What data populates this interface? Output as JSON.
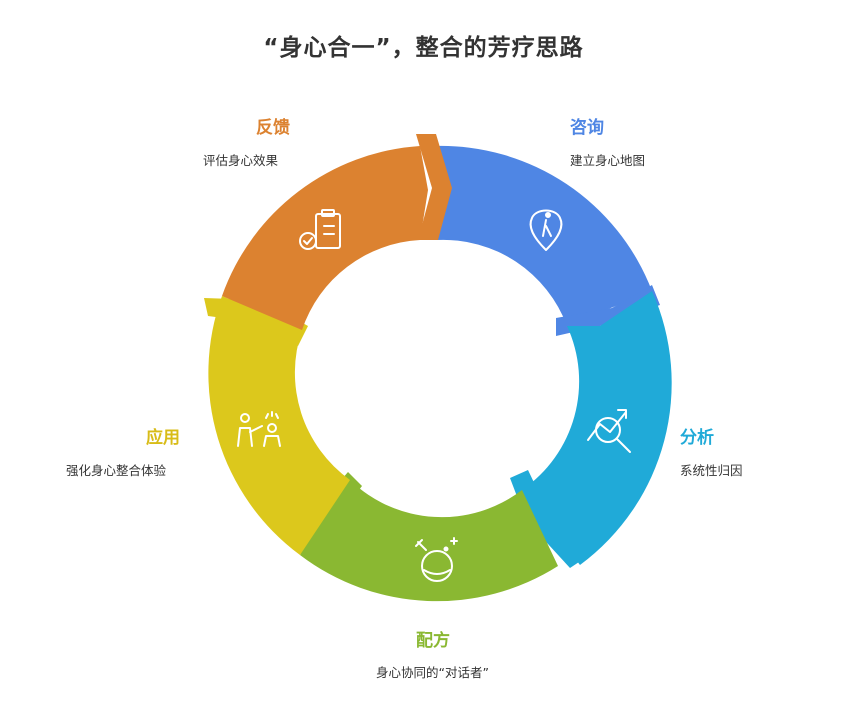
{
  "title": "“身心合一”，整合的芳疗思路",
  "stages": [
    {
      "title": "咨询",
      "desc": "建立身心地图",
      "color": "#4f86e4",
      "icon": "location-pin-person-icon"
    },
    {
      "title": "分析",
      "desc": "系统性归因",
      "color": "#20aad8",
      "icon": "chart-magnifier-icon"
    },
    {
      "title": "配方",
      "desc": "身心协同的“对话者”",
      "color": "#8ab832",
      "icon": "potion-flask-icon"
    },
    {
      "title": "应用",
      "desc": "强化身心整合体验",
      "color": "#dcc81c",
      "icon": "teacher-student-icon"
    },
    {
      "title": "反馈",
      "desc": "评估身心效果",
      "color": "#dc8230",
      "icon": "clipboard-check-icon"
    }
  ]
}
